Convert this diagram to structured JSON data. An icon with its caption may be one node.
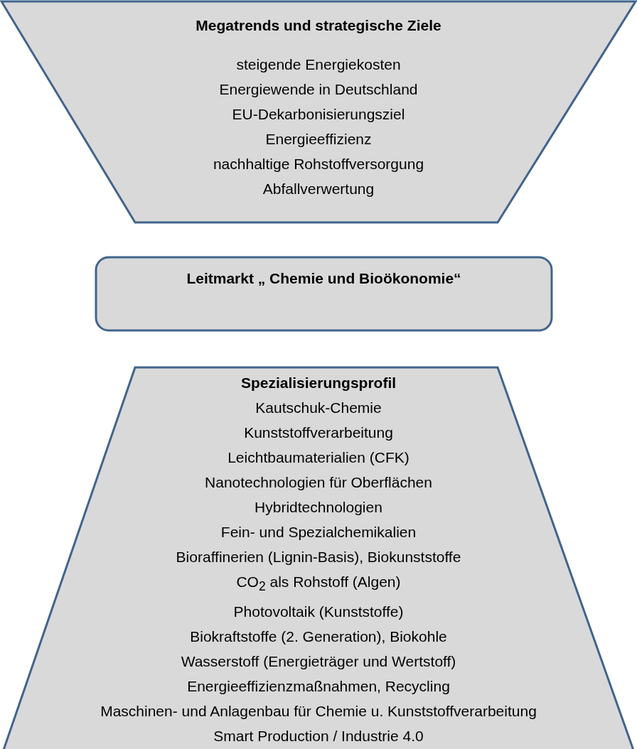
{
  "diagram": {
    "nodes": [
      {
        "text": [
          "Megatrends und strategische Ziele",
          "steigende Energiekosten",
          "Energiewende in Deutschland",
          "EU-Dekarbonisierungsziel",
          "Energieeffizienz",
          "nachhaltige Rohstoffversorgung",
          "Abfallverwertung"
        ]
      },
      {
        "text": [
          "Leitmarkt „ Chemie und Bioökonomie“"
        ]
      },
      {
        "text": [
          "Spezialisierungsprofil",
          "Kautschuk-Chemie",
          "Kunststoffverarbeitung",
          "Leichtbaumaterialien (CFK)",
          "Nanotechnologien für Oberflächen",
          "Hybridtechnologien",
          "Fein- und Spezialchemikalien",
          "Bioraffinerien (Lignin-Basis), Biokunststoffe",
          "CO$_{2}$ als Rohstoff (Algen)",
          "Photovoltaik (Kunststoffe)",
          "Biokraftstoffe (2. Generation), Biokohle",
          "Wasserstoff (Energieträger und Wertstoff)",
          "Energieeffizienzmaßnahmen, Recycling",
          "Maschinen- und Anlagenbau für Chemie u. Kunststoffverarbeitung",
          "Smart Production / Industrie 4.0"
        ]
      }
    ],
    "edges": []
  }
}
